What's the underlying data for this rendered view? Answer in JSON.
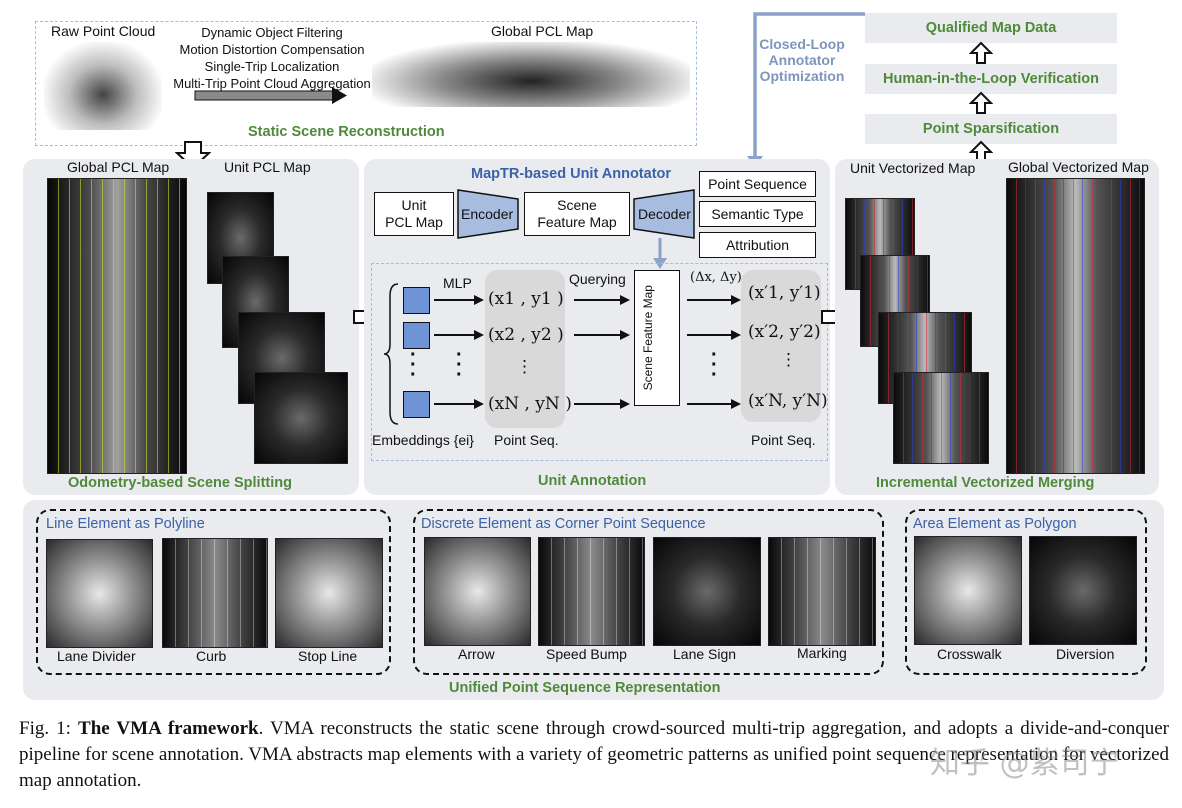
{
  "top": {
    "raw_point_cloud": "Raw Point Cloud",
    "steps": [
      "Dynamic Object Filtering",
      "Motion Distortion Compensation",
      "Single-Trip Localization",
      "Multi-Trip Point Cloud Aggregation"
    ],
    "global_pcl_map": "Global PCL Map",
    "section_title": "Static Scene Reconstruction"
  },
  "loop": {
    "closed_loop_lines": [
      "Closed-Loop",
      "Annotator",
      "Optimization"
    ],
    "qualified": "Qualified Map Data",
    "human_verification": "Human-in-the-Loop Verification",
    "sparsification": "Point Sparsification"
  },
  "left_panel": {
    "global_pcl_map": "Global PCL Map",
    "unit_pcl_map": "Unit PCL Map",
    "title": "Odometry-based Scene Splitting"
  },
  "center_panel": {
    "title": "MapTR-based Unit Annotator",
    "unit_pcl_map": [
      "Unit",
      "PCL Map"
    ],
    "encoder": "Encoder",
    "scene_feature_map": [
      "Scene",
      "Feature Map"
    ],
    "decoder": "Decoder",
    "outputs": [
      "Point Sequence",
      "Semantic Type",
      "Attribution"
    ],
    "mlp": "MLP",
    "querying": "Querying",
    "delta": "(Δx, Δy)",
    "points_in": [
      "(x1 , y1 )",
      "(x2 , y2 )",
      "⋮",
      "(xN , yN )"
    ],
    "points_out": [
      "(x′1, y′1)",
      "(x′2, y′2)",
      "⋮",
      "(x′N, y′N)"
    ],
    "vertical_scene_feature_map": "Scene Feature Map",
    "embeddings": "Embeddings {ei}",
    "point_seq_in": "Point Seq.",
    "point_seq_out": "Point Seq.",
    "section_title": "Unit Annotation"
  },
  "right_panel": {
    "unit_vectorized_map": "Unit Vectorized Map",
    "global_vectorized_map": "Global Vectorized Map",
    "title": "Incremental Vectorized Merging"
  },
  "bottom": {
    "groups": [
      {
        "title": "Line Element as Polyline",
        "items": [
          "Lane Divider",
          "Curb",
          "Stop Line"
        ]
      },
      {
        "title": "Discrete Element as Corner Point Sequence",
        "items": [
          "Arrow",
          "Speed Bump",
          "Lane Sign",
          "Marking"
        ]
      },
      {
        "title": "Area Element as Polygon",
        "items": [
          "Crosswalk",
          "Diversion"
        ]
      }
    ],
    "title": "Unified Point Sequence Representation"
  },
  "caption": {
    "fig": "Fig. 1: ",
    "bold": "The VMA framework",
    "text": ". VMA reconstructs the static scene through crowd-sourced multi-trip aggregation, and adopts a divide-and-conquer pipeline for scene annotation. VMA abstracts map elements with a variety of geometric patterns as unified point sequence representation for vectorized map annotation.",
    "watermark": "知乎 @紫司宁"
  },
  "colors": {
    "green": "#4e8a3a",
    "blue": "#3b62a8",
    "panel": "#e9ebee",
    "square": "#6f94d6",
    "trapezoid": "#a8bce0"
  }
}
